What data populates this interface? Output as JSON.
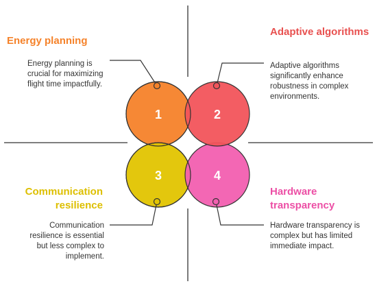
{
  "colors": {
    "orange": "#F5822A",
    "red": "#F2545B",
    "yellow": "#E6C800",
    "pink": "#F25FB0",
    "line": "#333333"
  },
  "quadrants": [
    {
      "number": "1",
      "title": "Energy planning",
      "description": "Energy planning is crucial for maximizing flight time impactfully.",
      "color": "#F5822A"
    },
    {
      "number": "2",
      "title": "Adaptive algorithms",
      "description": "Adaptive algorithms significantly enhance robustness in complex environments.",
      "color": "#E8504F"
    },
    {
      "number": "3",
      "title": "Communication resilience",
      "description": "Communication resilience is essential but less complex to implement.",
      "color": "#DDBF00"
    },
    {
      "number": "4",
      "title": "Hardware transparency",
      "description": "Hardware transparency is complex but has limited immediate impact.",
      "color": "#EC4FA5"
    }
  ]
}
